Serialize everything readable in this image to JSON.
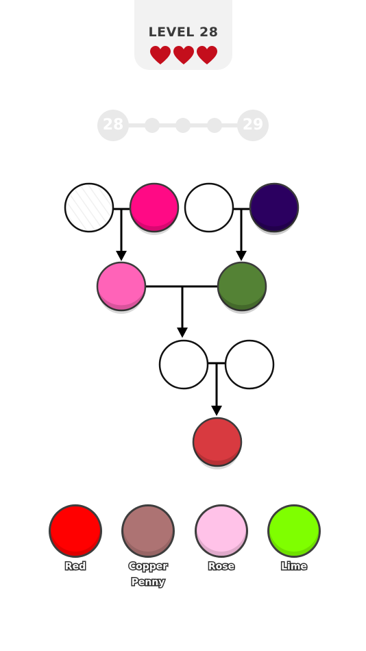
{
  "header": {
    "level_label": "LEVEL 28",
    "lives": 3,
    "heart_color": "#c40e1c"
  },
  "progress": {
    "current_level": "28",
    "next_level": "29",
    "intermediate_steps": 3
  },
  "puzzle": {
    "row1": [
      {
        "id": "slot-1",
        "state": "empty",
        "color": "#ffffff"
      },
      {
        "id": "given-1",
        "state": "filled",
        "color": "#ff0a85"
      },
      {
        "id": "slot-2",
        "state": "empty",
        "color": "#ffffff"
      },
      {
        "id": "given-2",
        "state": "filled",
        "color": "#2b0060"
      }
    ],
    "row2": [
      {
        "id": "result-1",
        "state": "filled",
        "color": "#ff63b8"
      },
      {
        "id": "result-2",
        "state": "filled",
        "color": "#548235"
      }
    ],
    "row3": [
      {
        "id": "slot-3",
        "state": "empty",
        "color": "#ffffff"
      },
      {
        "id": "slot-4",
        "state": "empty",
        "color": "#ffffff"
      }
    ],
    "target": {
      "id": "target",
      "state": "filled",
      "color": "#d83a40"
    }
  },
  "palette": {
    "swatches": [
      {
        "name": "Red",
        "color": "#ff0000"
      },
      {
        "name": "Copper Penny",
        "color": "#ad7373"
      },
      {
        "name": "Rose",
        "color": "#ffc2e8"
      },
      {
        "name": "Lime",
        "color": "#7fff00"
      }
    ]
  }
}
